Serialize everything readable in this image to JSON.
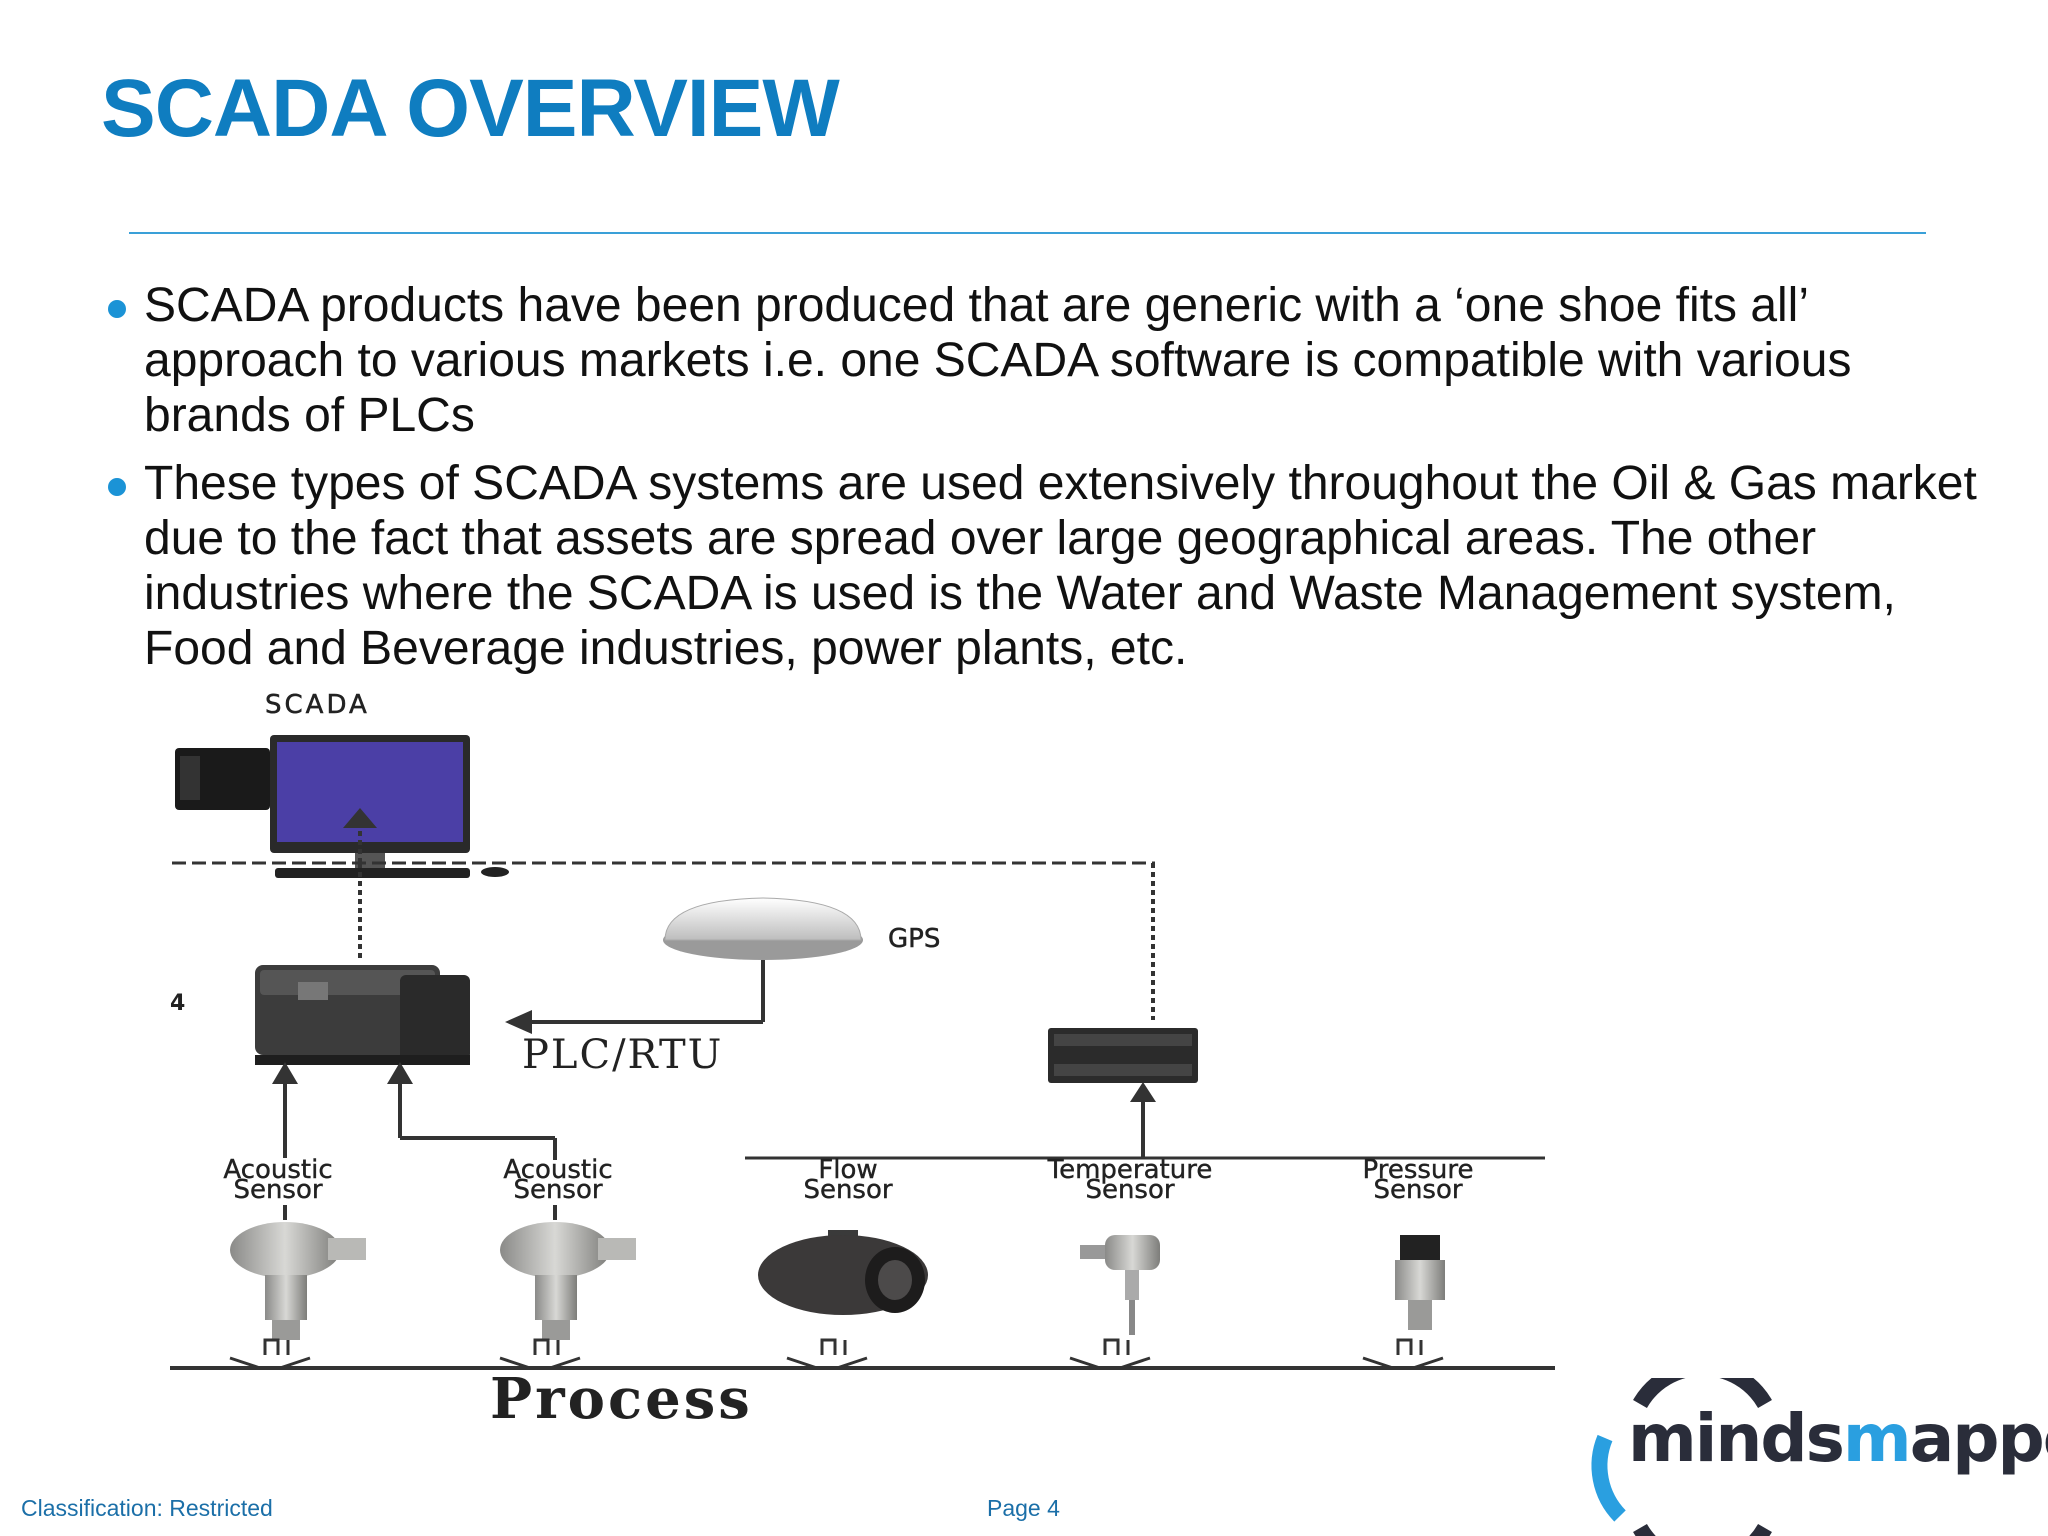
{
  "slide": {
    "title": "SCADA OVERVIEW",
    "bullets": [
      "SCADA products have been produced that are generic with a ‘one shoe fits all’ approach to various markets i.e. one SCADA software is compatible with various brands of PLCs",
      "These types of SCADA systems are used extensively throughout the Oil & Gas market due to the fact that assets are spread over large geographical areas. The other industries where the SCADA is used is the Water and Waste Management system, Food and Beverage industries, power plants, etc."
    ]
  },
  "diagram": {
    "scada_label": "SCADA",
    "gps_label": "GPS",
    "plc_label": "PLC/RTU",
    "side_number": "4",
    "process_label": "Process",
    "sensors": [
      {
        "line1": "Acoustic",
        "line2": "Sensor"
      },
      {
        "line1": "Acoustic",
        "line2": "Sensor"
      },
      {
        "line1": "Flow",
        "line2": "Sensor"
      },
      {
        "line1": "Temperature",
        "line2": "Sensor"
      },
      {
        "line1": "Pressure",
        "line2": "Sensor"
      }
    ]
  },
  "footer": {
    "classification": "Classification: Restricted",
    "page": "Page 4"
  },
  "logo": {
    "part1": "minds",
    "part2": "m",
    "part3": "apped"
  },
  "colors": {
    "title": "#0f7dc0",
    "accent": "#1b93d6",
    "footer_text": "#1b6fa8"
  }
}
